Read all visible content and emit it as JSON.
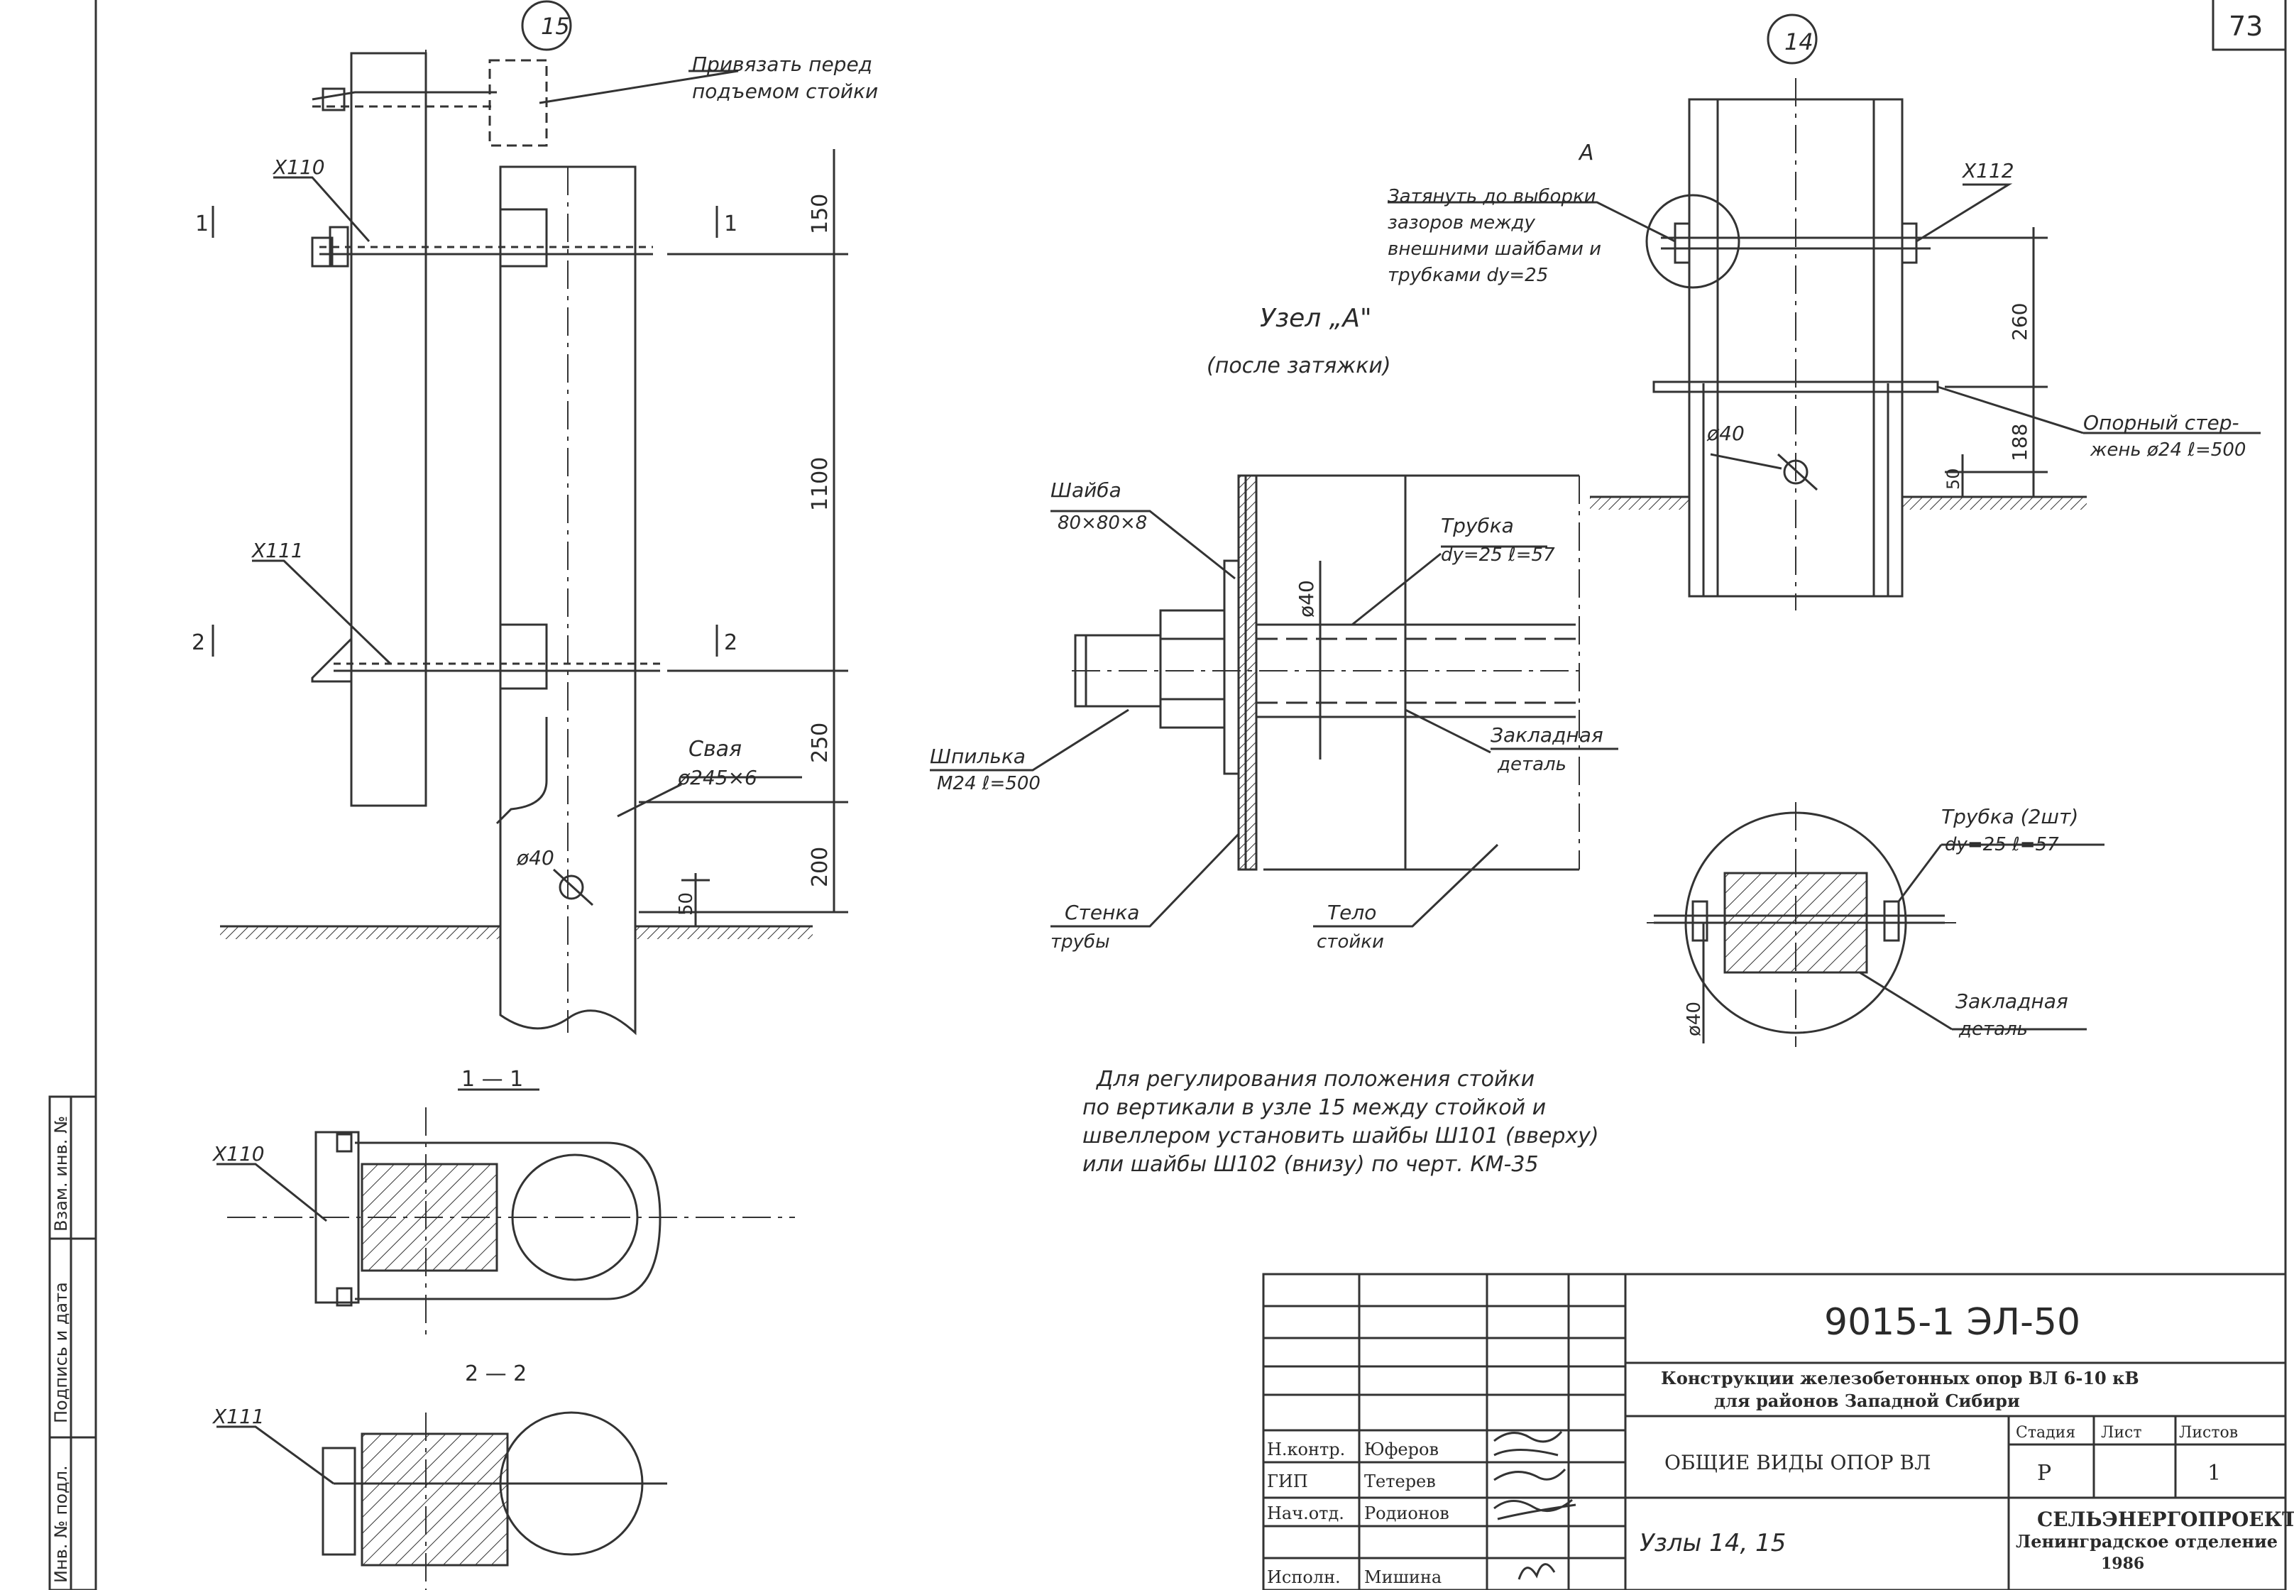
{
  "sheet_number": "73",
  "node_15": {
    "circle": "15",
    "note_line1": "Привязать перед",
    "note_line2": "подъемом стойки",
    "x110": "X110",
    "x111": "X111",
    "sec1_left": "1",
    "sec1_right": "1",
    "sec2_left": "2",
    "sec2_right": "2",
    "dim_150": "150",
    "dim_1100": "1100",
    "dim_250": "250",
    "dim_200": "200",
    "dim_50": "50",
    "dia40": "ø40",
    "pile_line1": "Свая",
    "pile_line2": "ø245×6"
  },
  "section_1_1": {
    "title": "1 — 1",
    "label": "X110"
  },
  "section_2_2": {
    "title": "2 — 2",
    "label": "X111"
  },
  "node_a": {
    "title_line1": "Узел „А\"",
    "title_line2": "(после затяжки)",
    "washer_line1": "Шайба",
    "washer_line2": "80×80×8",
    "tube_line1": "Трубка",
    "tube_line2": "dy=25 ℓ=57",
    "dia40": "ø40",
    "stud_line1": "Шпилька",
    "stud_line2": "M24 ℓ=500",
    "embed_line1": "Закладная",
    "embed_line2": "деталь",
    "wall_line1": "Стенка",
    "wall_line2": "трубы",
    "body_line1": "Тело",
    "body_line2": "стойки"
  },
  "note": {
    "line1": "Для регулирования положения стойки",
    "line2": "по вертикали в узле 15 между стойкой и",
    "line3": "швеллером установить шайбы Ш101 (вверху)",
    "line4": "или шайбы Ш102 (внизу) по черт. КМ-35"
  },
  "node_14": {
    "circle": "14",
    "a_mark": "А",
    "tighten_line1": "Затянуть до выборки",
    "tighten_line2": "зазоров между",
    "tighten_line3": "внешними шайбами и",
    "tighten_line4": "трубками dy=25",
    "x112": "X112",
    "dim_260": "260",
    "dim_188": "188",
    "dim_50": "50",
    "dia40": "ø40",
    "rod_line1": "Опорный стер-",
    "rod_line2": "жень ø24 ℓ=500",
    "tube_line1": "Трубка (2шт)",
    "tube_line2": "dy=25 ℓ=57",
    "embed_line1": "Закладная",
    "embed_line2": "деталь",
    "dia40_vert": "ø40"
  },
  "side_stamp": {
    "inv_no": "Инв. № подл.",
    "sign_date": "Подпись и дата",
    "vzam": "Взам. инв. №"
  },
  "title_block": {
    "code": "9015-1 ЭЛ-50",
    "desc_line1": "Конструкции железобетонных опор ВЛ 6-10 кВ",
    "desc_line2": "для районов Западной Сибири",
    "stage_header": "Стадия",
    "sheet_header": "Лист",
    "sheets_header": "Листов",
    "sheet_title": "ОБЩИЕ ВИДЫ ОПОР ВЛ",
    "stage": "Р",
    "sheets": "1",
    "subtitle": "Узлы 14, 15",
    "org_line1": "СЕЛЬЭНЕРГОПРОЕКТ",
    "org_line2": "Ленинградское отделение",
    "year": "1986",
    "roles": [
      {
        "role": "Н.контр.",
        "name": "Юферов"
      },
      {
        "role": "ГИП",
        "name": "Тетерев"
      },
      {
        "role": "Нач.отд.",
        "name": "Родионов"
      },
      {
        "role": "Исполн.",
        "name": "Мишина"
      }
    ]
  }
}
